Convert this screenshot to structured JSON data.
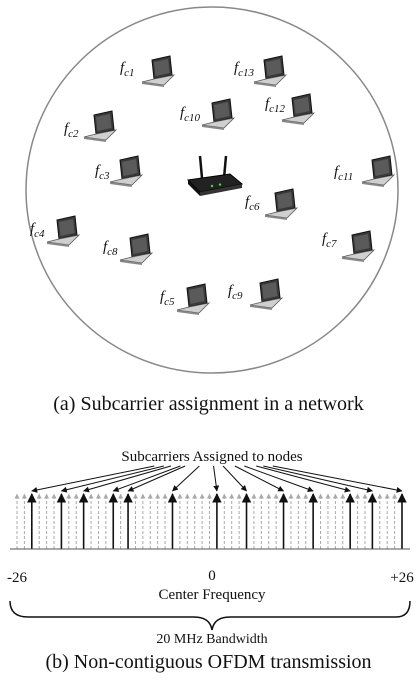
{
  "network": {
    "caption": "(a) Subcarrier assignment in a network",
    "node_prefix": "f",
    "node_sub_prefix": "c",
    "nodes": [
      {
        "id": "1",
        "label": "c1"
      },
      {
        "id": "13",
        "label": "c13"
      },
      {
        "id": "2",
        "label": "c2"
      },
      {
        "id": "10",
        "label": "c10"
      },
      {
        "id": "12",
        "label": "c12"
      },
      {
        "id": "3",
        "label": "c3"
      },
      {
        "id": "11",
        "label": "c11"
      },
      {
        "id": "6",
        "label": "c6"
      },
      {
        "id": "4",
        "label": "c4"
      },
      {
        "id": "8",
        "label": "c8"
      },
      {
        "id": "7",
        "label": "c7"
      },
      {
        "id": "5",
        "label": "c5"
      },
      {
        "id": "9",
        "label": "c9"
      }
    ]
  },
  "spectrum": {
    "caption": "(b) Non-contiguous OFDM transmission",
    "header": "Subcarriers Assigned to nodes",
    "tick_left": "-26",
    "tick_center": "0",
    "tick_right": "+26",
    "axis_label": "Center Frequency",
    "bandwidth_label": "20 MHz Bandwidth",
    "subcarrier_range": [
      -26,
      26
    ],
    "assigned_subcarriers": [
      -24,
      -20,
      -17,
      -13,
      -11,
      -5,
      1,
      5,
      10,
      14,
      19,
      22,
      26
    ]
  }
}
